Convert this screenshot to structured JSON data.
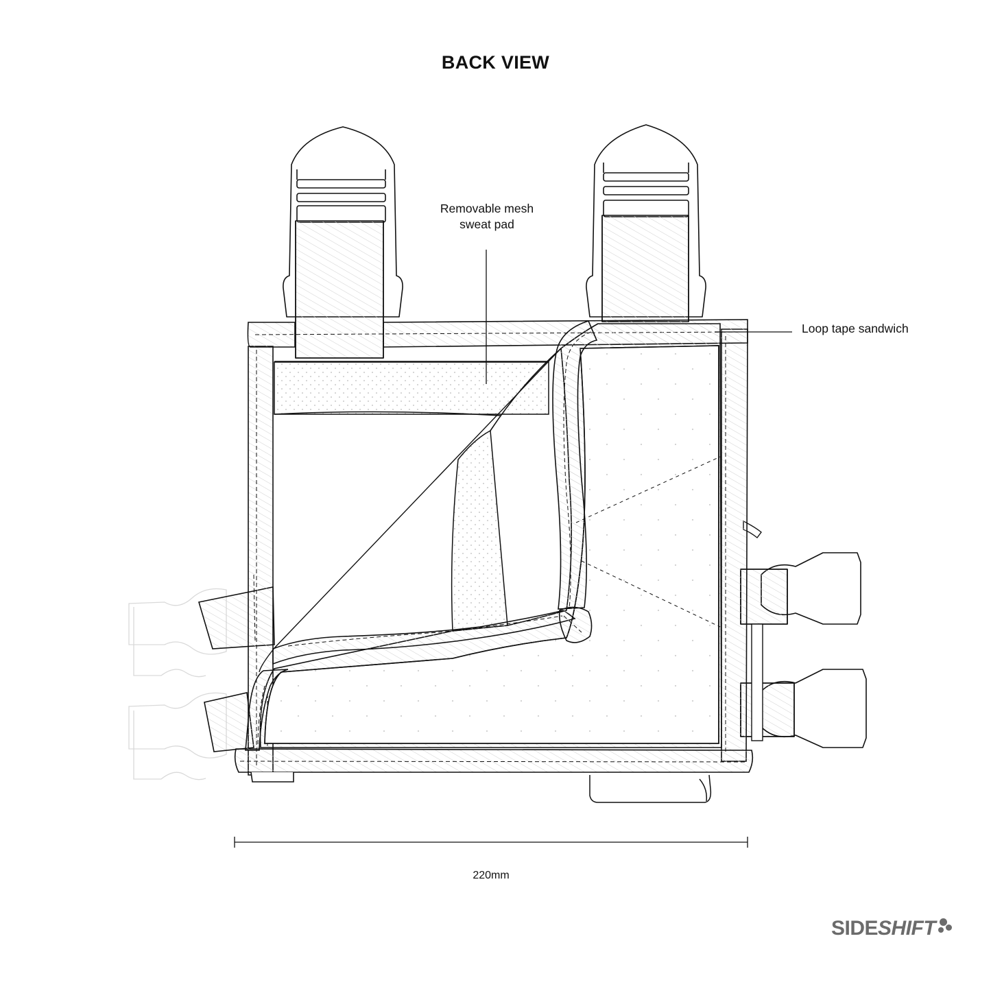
{
  "title": "BACK VIEW",
  "callouts": {
    "mesh_line1": "Removable mesh",
    "mesh_line2": "sweat pad",
    "loop_tape": "Loop tape sandwich"
  },
  "dimension": {
    "label": "220mm"
  },
  "brand": {
    "part1": "SIDE",
    "part2": "SHIFT",
    "color": "#6b6b6b"
  },
  "colors": {
    "line": "#111111",
    "hatch": "#cfcfcf",
    "ghost": "#d8d8d8"
  }
}
